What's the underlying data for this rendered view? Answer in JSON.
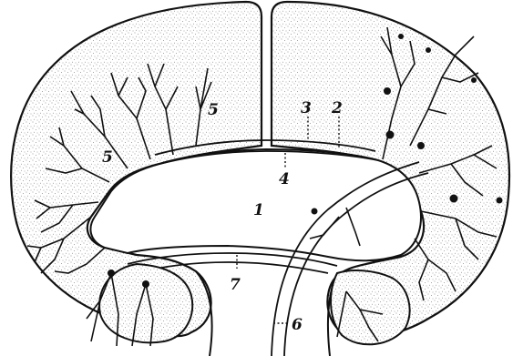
{
  "diagram": {
    "colors": {
      "ink": "#111111",
      "stipple": "#8a8a8a",
      "background": "#ffffff"
    },
    "labels": {
      "l1": "1",
      "l2": "2",
      "l3": "3",
      "l4": "4",
      "l5a": "5",
      "l5b": "5",
      "l6": "6",
      "l7": "7"
    }
  }
}
